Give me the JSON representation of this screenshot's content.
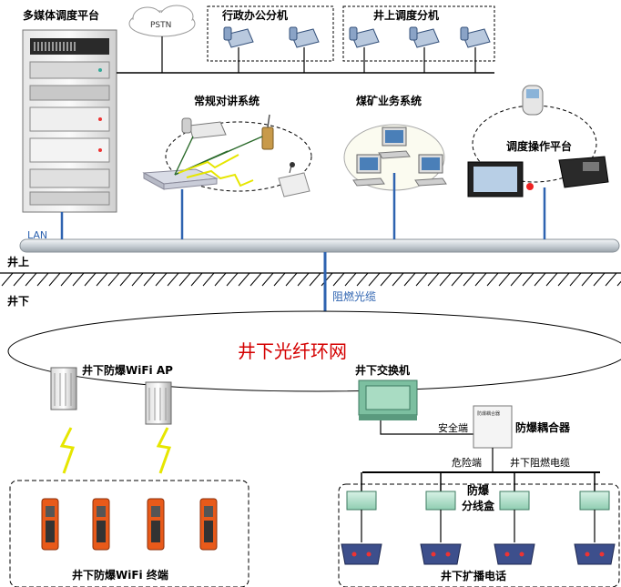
{
  "labels": {
    "media_platform": "多媒体调度平台",
    "pstn": "PSTN",
    "admin_branch": "行政办公分机",
    "well_branch": "井上调度分机",
    "intercom": "常规对讲系统",
    "coal_business": "煤矿业务系统",
    "dispatch_console": "调度操作平台",
    "lan": "LAN",
    "above": "井上",
    "below": "井下",
    "cable_top": "阻燃光缆",
    "ring": "井下光纤环网",
    "wifi_ap": "井下防爆WiFi AP",
    "switch": "井下交换机",
    "safe_end": "安全端",
    "coupler": "防爆耦合器",
    "danger_end": "危险端",
    "cable_bottom": "井下阻燃电缆",
    "junction1": "防爆",
    "junction2": "分线盒",
    "coupler_plate": "防爆耦合器",
    "wifi_terminal": "井下防爆WiFi 终端",
    "broadcast": "井下扩播电话"
  },
  "colors": {
    "lan_line": "#2e63b0",
    "ring_title": "#d40000",
    "terminal": "#e85a1a"
  }
}
